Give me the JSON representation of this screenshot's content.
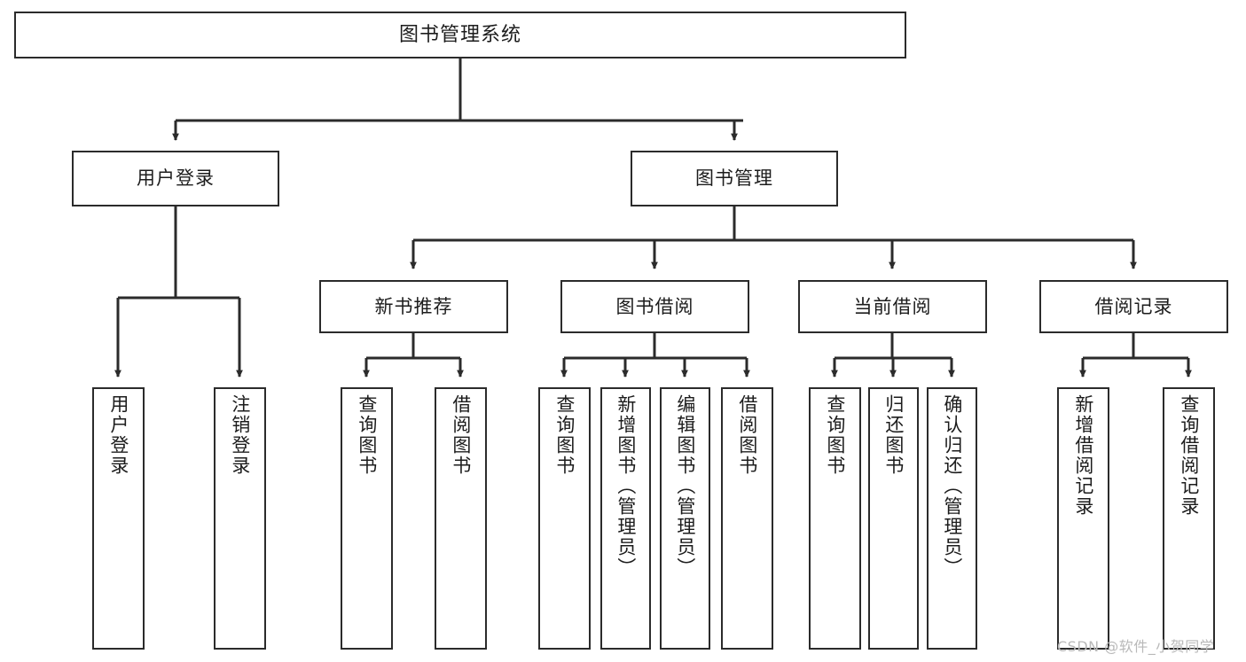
{
  "diagram": {
    "type": "tree-hierarchy",
    "title": "图书管理系统",
    "root": {
      "id": "root",
      "label": "图书管理系统"
    },
    "level2": [
      {
        "id": "user-login",
        "label": "用户登录"
      },
      {
        "id": "book-management",
        "label": "图书管理"
      }
    ],
    "level3": [
      {
        "id": "new-book-recommend",
        "label": "新书推荐",
        "parent": "book-management"
      },
      {
        "id": "book-borrow",
        "label": "图书借阅",
        "parent": "book-management"
      },
      {
        "id": "current-borrow",
        "label": "当前借阅",
        "parent": "book-management"
      },
      {
        "id": "borrow-record",
        "label": "借阅记录",
        "parent": "book-management"
      }
    ],
    "leaves": [
      {
        "id": "leaf-user-login",
        "label": "用户登录",
        "parent": "user-login"
      },
      {
        "id": "leaf-logout-login",
        "label": "注销登录",
        "parent": "user-login"
      },
      {
        "id": "leaf-query-book-1",
        "label": "查询图书",
        "parent": "new-book-recommend"
      },
      {
        "id": "leaf-borrow-book-1",
        "label": "借阅图书",
        "parent": "new-book-recommend"
      },
      {
        "id": "leaf-query-book-2",
        "label": "查询图书",
        "parent": "book-borrow"
      },
      {
        "id": "leaf-add-book",
        "label": "新增图书（管理员）",
        "parent": "book-borrow"
      },
      {
        "id": "leaf-edit-book",
        "label": "编辑图书（管理员）",
        "parent": "book-borrow"
      },
      {
        "id": "leaf-borrow-book-2",
        "label": "借阅图书",
        "parent": "book-borrow"
      },
      {
        "id": "leaf-query-book-3",
        "label": "查询图书",
        "parent": "current-borrow"
      },
      {
        "id": "leaf-return-book",
        "label": "归还图书",
        "parent": "current-borrow"
      },
      {
        "id": "leaf-confirm-return",
        "label": "确认归还（管理员）",
        "parent": "current-borrow"
      },
      {
        "id": "leaf-add-record",
        "label": "新增借阅记录",
        "parent": "borrow-record"
      },
      {
        "id": "leaf-query-record",
        "label": "查询借阅记录",
        "parent": "borrow-record"
      }
    ],
    "watermark": "CSDN @软件_小贺同学",
    "colors": {
      "stroke": "#2b2b2b",
      "fill": "#ffffff",
      "text": "#1c1c1c",
      "watermark": "#b9b9b9"
    }
  }
}
